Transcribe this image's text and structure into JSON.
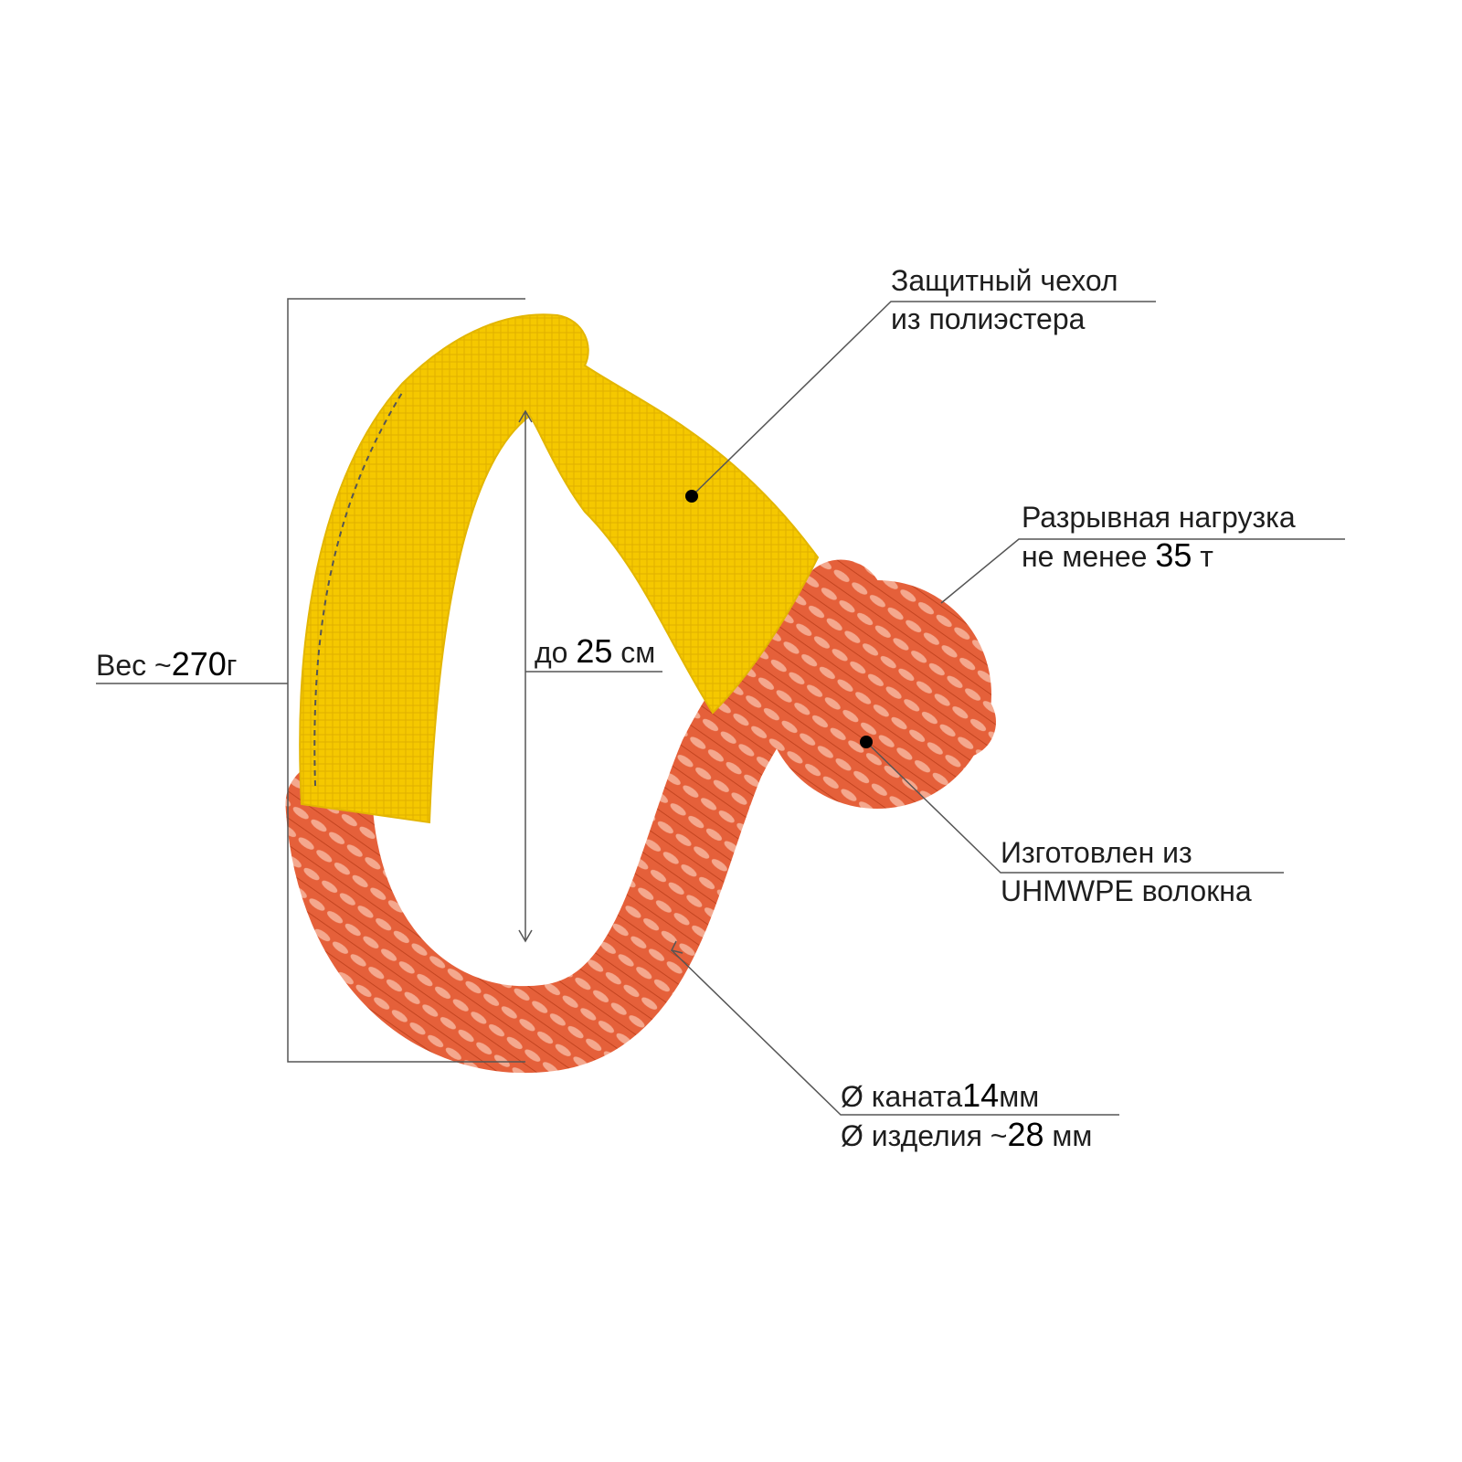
{
  "labels": {
    "cover": {
      "line1": "Защитный чехол",
      "line2": "из полиэстера"
    },
    "load": {
      "line1": "Разрывная нагрузка",
      "line2_prefix": "не менее ",
      "line2_value": "35",
      "line2_unit": " т"
    },
    "material": {
      "line1": "Изготовлен из",
      "line2": "UHMWPE волокна"
    },
    "diameter": {
      "line1_prefix": "Ø каната",
      "line1_value": "14",
      "line1_unit": "мм",
      "line2_prefix": "Ø изделия ~",
      "line2_value": "28",
      "line2_unit": " мм"
    },
    "weight": {
      "prefix": "Вес ~",
      "value": "270",
      "unit": "г"
    },
    "length": {
      "prefix": "до ",
      "value": "25",
      "unit": " см"
    }
  },
  "colors": {
    "sleeve": "#f5c800",
    "rope": "#e8603c",
    "line": "#555555"
  }
}
